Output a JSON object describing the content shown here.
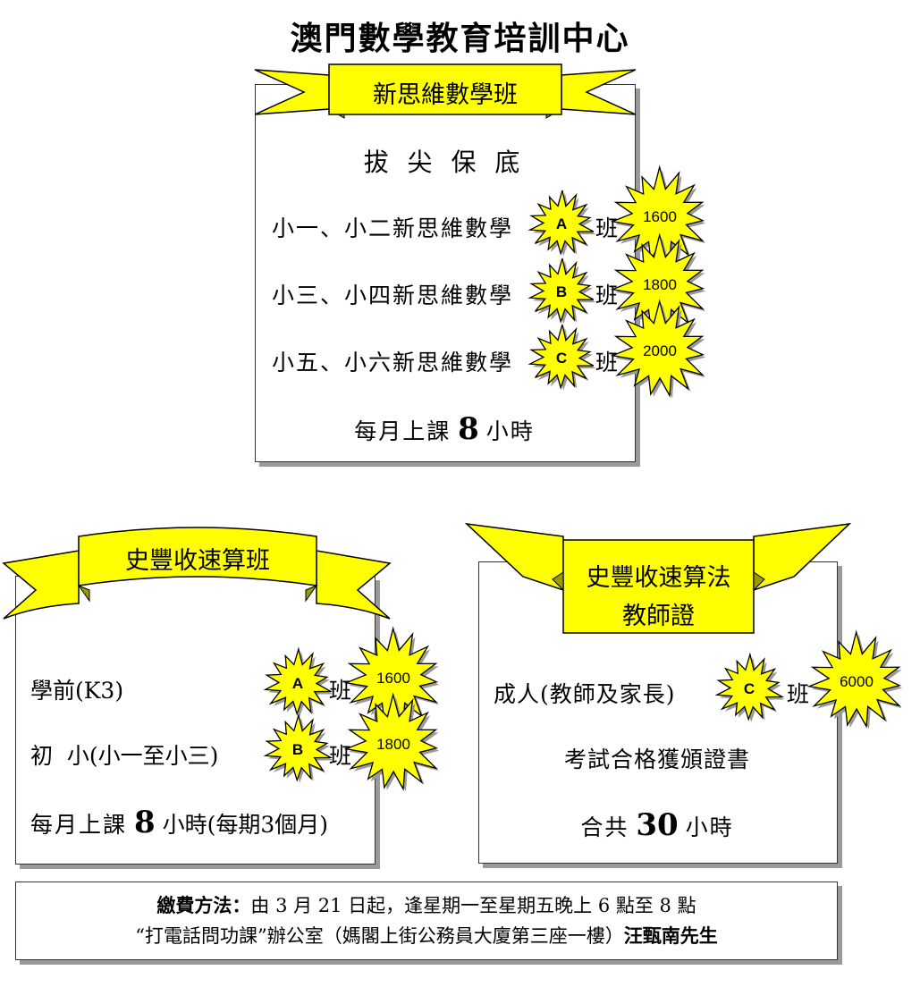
{
  "title": "澳門數學教育培訓中心",
  "math_class": {
    "banner": "新思維數學班",
    "slogan": "拔 尖 保 底",
    "rows": [
      {
        "label": "小一、小二新思維數學",
        "grade": "A",
        "suffix": "班",
        "price": "1600"
      },
      {
        "label": "小三、小四新思維數學",
        "grade": "B",
        "suffix": "班",
        "price": "1800"
      },
      {
        "label": "小五、小六新思維數學",
        "grade": "C",
        "suffix": "班",
        "price": "2000"
      }
    ],
    "hours_prefix": "每月上課",
    "hours_num": "8",
    "hours_suffix": "小時"
  },
  "abacus_class": {
    "banner": "史豐收速算班",
    "rows": [
      {
        "label": "學前(K3)",
        "grade": "A",
        "suffix": "班",
        "price": "1600"
      },
      {
        "label": "初  小(小一至小三)",
        "grade": "B",
        "suffix": "班",
        "price": "1800"
      }
    ],
    "hours_prefix": "每月上課",
    "hours_num": "8",
    "hours_suffix": "小時(每期3個月)"
  },
  "teacher_cert": {
    "banner_line1": "史豐收速算法",
    "banner_line2": "教師證",
    "row": {
      "label": "成人(教師及家長)",
      "grade": "C",
      "suffix": "班",
      "price": "6000"
    },
    "cert_text": "考試合格獲頒證書",
    "total_prefix": "合共",
    "total_num": "30",
    "total_suffix": "小時"
  },
  "footer": {
    "payment_label": "繳費方法：",
    "payment_text": "由 3 月 21 日起，逢星期一至星期五晚上 6 點至 8 點",
    "line2_text": "“打電話問功課”辦公室（媽閣上街公務員大廈第三座一樓）",
    "contact_name": "汪甄南先生"
  },
  "colors": {
    "banner_fill": "#ffff00",
    "outline": "#000000",
    "shadow": "#9a9a9a"
  }
}
